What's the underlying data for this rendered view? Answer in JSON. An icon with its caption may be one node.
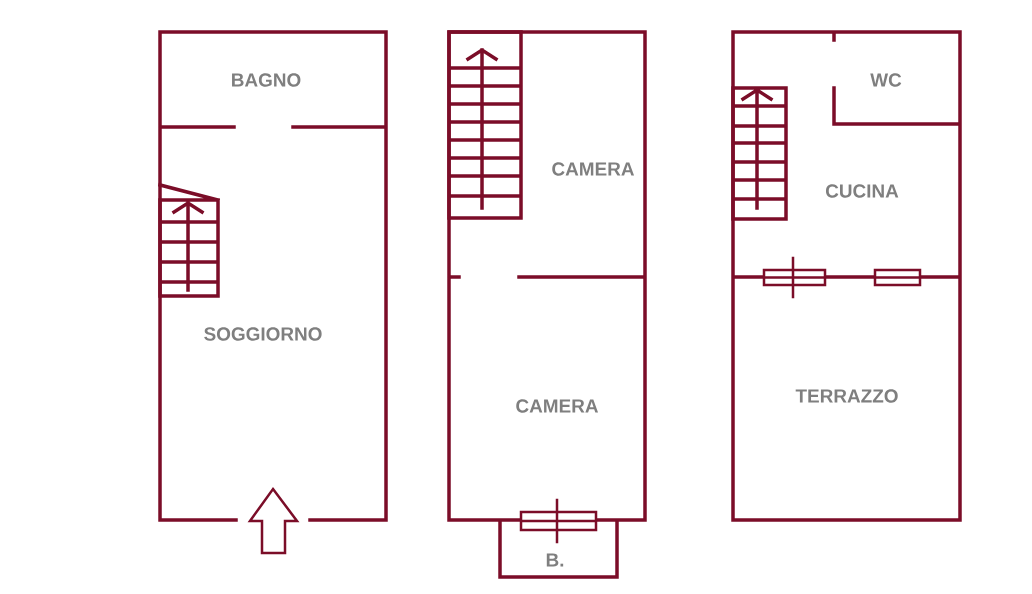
{
  "diagram": {
    "labels": [
      "BAGNO",
      "SOGGIORNO",
      "CAMERA",
      "CAMERA",
      "B.",
      "WC",
      "CUCINA",
      "TERRAZZO"
    ]
  }
}
